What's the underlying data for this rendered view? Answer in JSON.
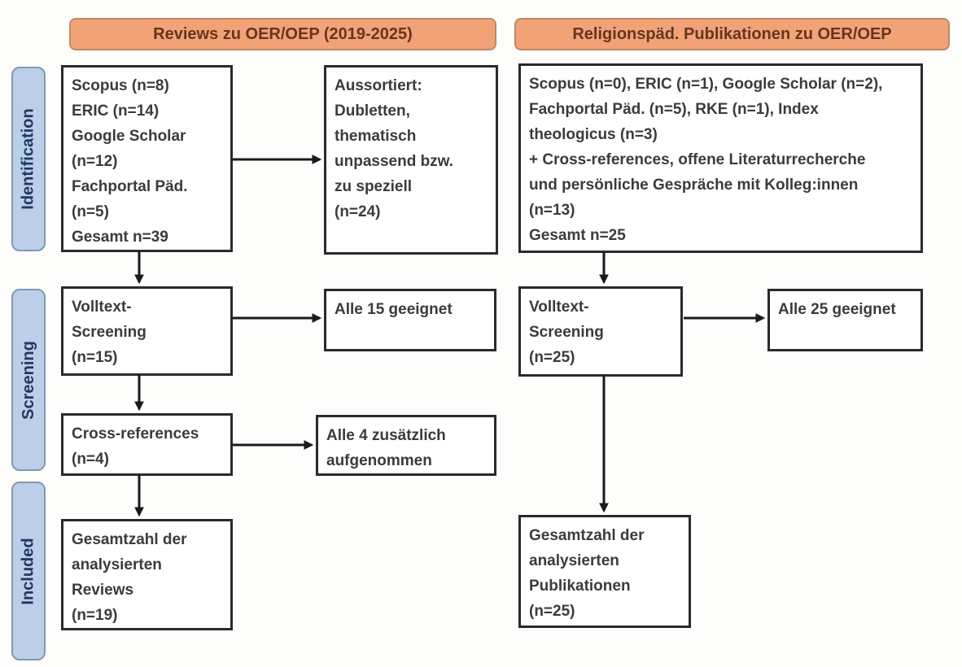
{
  "palette": {
    "header_fill": "#f1a377",
    "header_border": "#c08a64",
    "header_text": "#66351d",
    "stage_fill": "#bccfe9",
    "stage_border": "#8396b5",
    "stage_text": "#1f3864",
    "box_border": "#2a2a2a",
    "box_text": "#3b3b3b",
    "arrow": "#1a1a1a"
  },
  "headers": {
    "left": "Reviews zu OER/OEP (2019-2025)",
    "right": "Religionspäd. Publikationen zu OER/OEP"
  },
  "stages": {
    "identification": "Identification",
    "screening": "Screening",
    "included": "Included"
  },
  "boxes": {
    "left_sources": "Scopus (n=8)\nERIC (n=14)\nGoogle Scholar\n(n=12)\nFachportal Päd.\n(n=5)\nGesamt n=39",
    "left_excluded": "Aussortiert:\nDubletten,\nthematisch\nunpassend bzw.\nzu speziell\n(n=24)",
    "left_fulltext": "Volltext-\nScreening\n(n=15)",
    "left_eligible": "Alle 15 geeignet",
    "left_crossref": "Cross-references\n(n=4)",
    "left_added": "Alle 4 zusätzlich\naufgenommen",
    "left_total": "Gesamtzahl der\nanalysierten\nReviews\n(n=19)",
    "right_sources": "Scopus (n=0), ERIC (n=1), Google Scholar (n=2),\nFachportal Päd. (n=5), RKE (n=1), Index\ntheologicus (n=3)\n+ Cross-references, offene Literaturrecherche\nund persönliche Gespräche mit Kolleg:innen\n(n=13)\nGesamt n=25",
    "right_fulltext": "Volltext-\nScreening\n(n=25)",
    "right_eligible": "Alle 25 geeignet",
    "right_total": "Gesamtzahl der\nanalysierten\nPublikationen\n(n=25)"
  }
}
